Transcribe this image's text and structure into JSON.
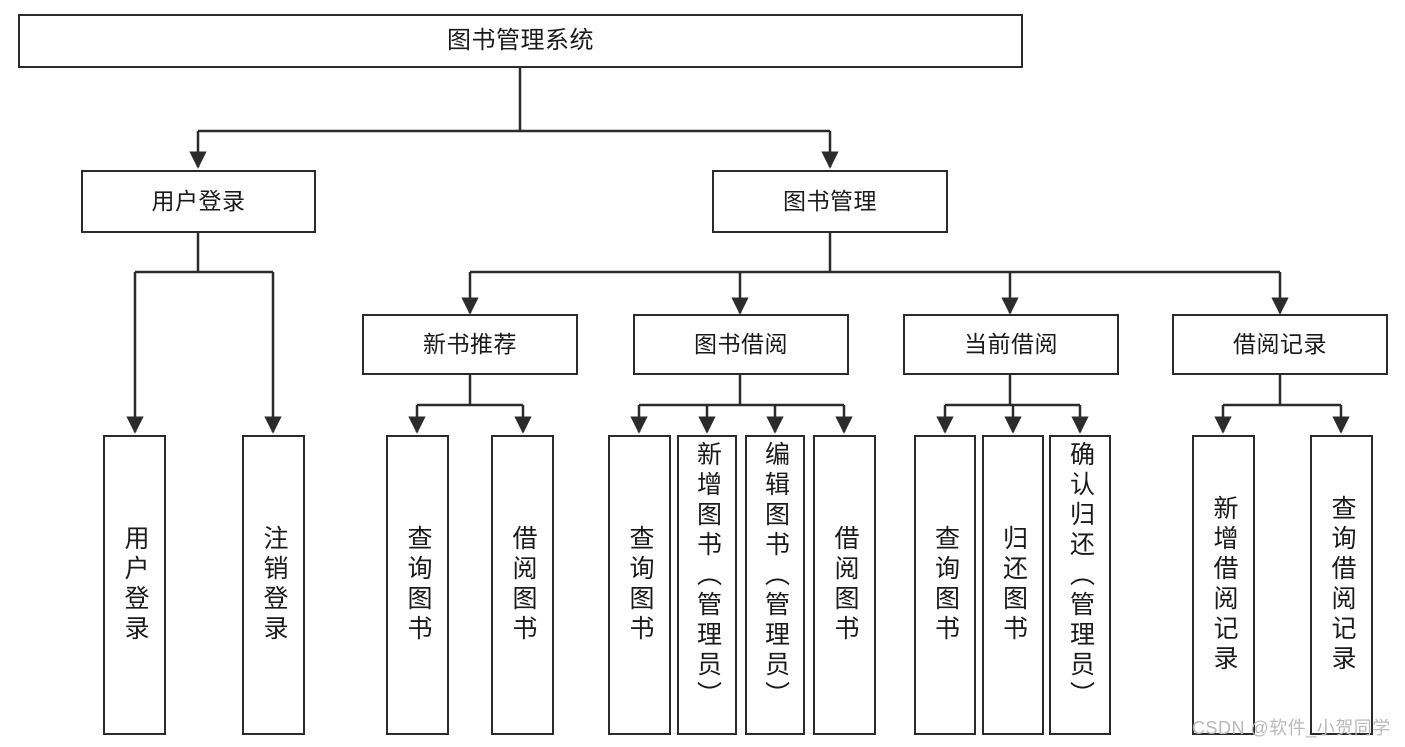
{
  "diagram": {
    "type": "tree-hierarchy",
    "title": "图书管理系统",
    "watermark": "CSDN @软件_小贺同学",
    "colors": {
      "box_border": "#2b2b2b",
      "box_fill": "#ffffff",
      "connector": "#2b2b2b",
      "text": "#1a1a1a",
      "watermark": "#b9b9b9"
    },
    "nodes": {
      "root": {
        "label": "图书管理系统",
        "orientation": "horizontal"
      },
      "level2": [
        {
          "label": "用户登录",
          "orientation": "horizontal"
        },
        {
          "label": "图书管理",
          "orientation": "horizontal"
        }
      ],
      "level3": [
        {
          "label": "新书推荐",
          "orientation": "horizontal"
        },
        {
          "label": "图书借阅",
          "orientation": "horizontal"
        },
        {
          "label": "当前借阅",
          "orientation": "horizontal"
        },
        {
          "label": "借阅记录",
          "orientation": "horizontal"
        }
      ],
      "leaves_user_login": [
        {
          "label": "用户登录",
          "orientation": "vertical"
        },
        {
          "label": "注销登录",
          "orientation": "vertical"
        }
      ],
      "leaves_new_books": [
        {
          "label": "查询图书",
          "orientation": "vertical"
        },
        {
          "label": "借阅图书",
          "orientation": "vertical"
        }
      ],
      "leaves_borrow": [
        {
          "label": "查询图书",
          "orientation": "vertical"
        },
        {
          "label": "新增图书（管理员）",
          "orientation": "vertical"
        },
        {
          "label": "编辑图书（管理员）",
          "orientation": "vertical"
        },
        {
          "label": "借阅图书",
          "orientation": "vertical"
        }
      ],
      "leaves_current": [
        {
          "label": "查询图书",
          "orientation": "vertical"
        },
        {
          "label": "归还图书",
          "orientation": "vertical"
        },
        {
          "label": "确认归还（管理员）",
          "orientation": "vertical"
        }
      ],
      "leaves_records": [
        {
          "label": "新增借阅记录",
          "orientation": "vertical"
        },
        {
          "label": "查询借阅记录",
          "orientation": "vertical"
        }
      ]
    }
  }
}
